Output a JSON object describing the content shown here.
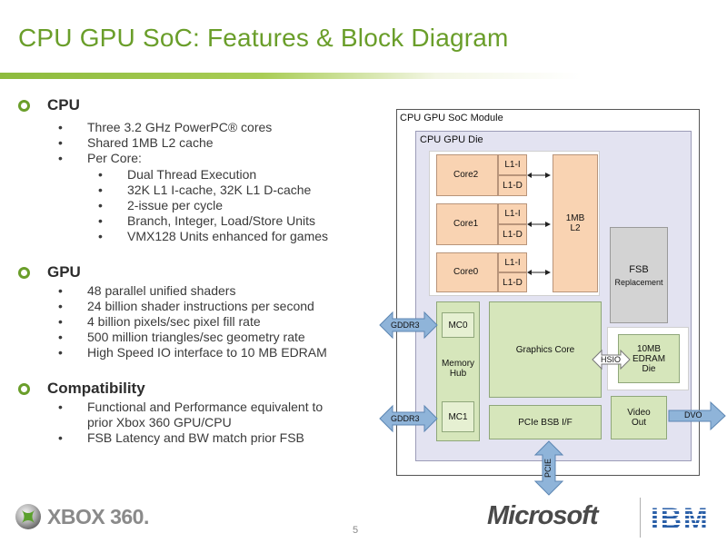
{
  "slide": {
    "title": "CPU GPU SoC: Features & Block Diagram",
    "page_number": "5"
  },
  "sections": [
    {
      "heading": "CPU",
      "items": [
        {
          "text": "Three 3.2 GHz PowerPC® cores",
          "level": 1
        },
        {
          "text": "Shared 1MB L2 cache",
          "level": 1
        },
        {
          "text": "Per Core:",
          "level": 1
        },
        {
          "text": "Dual Thread Execution",
          "level": 2
        },
        {
          "text": "32K L1 I-cache, 32K L1 D-cache",
          "level": 2
        },
        {
          "text": "2-issue per cycle",
          "level": 2
        },
        {
          "text": "Branch, Integer, Load/Store Units",
          "level": 2
        },
        {
          "text": "VMX128 Units enhanced for games",
          "level": 2
        }
      ]
    },
    {
      "heading": "GPU",
      "items": [
        {
          "text": "48 parallel unified shaders",
          "level": 1
        },
        {
          "text": "24 billion shader instructions per second",
          "level": 1
        },
        {
          "text": "4 billion pixels/sec pixel fill rate",
          "level": 1
        },
        {
          "text": "500 million triangles/sec geometry rate",
          "level": 1
        },
        {
          "text": "High Speed IO interface to 10 MB EDRAM",
          "level": 1
        }
      ]
    },
    {
      "heading": "Compatibility",
      "items": [
        {
          "text": "Functional and Performance equivalent to",
          "level": 1
        },
        {
          "text": "prior Xbox 360 GPU/CPU",
          "level": 1,
          "continuation": true
        },
        {
          "text": "FSB Latency and BW match prior FSB",
          "level": 1
        }
      ]
    }
  ],
  "diagram": {
    "module_label": "CPU GPU SoC Module",
    "die_label": "CPU GPU Die",
    "cores": [
      {
        "name": "Core2",
        "l1i": "L1-I",
        "l1d": "L1-D"
      },
      {
        "name": "Core1",
        "l1i": "L1-I",
        "l1d": "L1-D"
      },
      {
        "name": "Core0",
        "l1i": "L1-I",
        "l1d": "L1-D"
      }
    ],
    "l2_line1": "1MB",
    "l2_line2": "L2",
    "fsb_line1": "FSB",
    "fsb_line2": "Replacement",
    "memory_hub_line1": "Memory",
    "memory_hub_line2": "Hub",
    "mc0": "MC0",
    "mc1": "MC1",
    "graphics_core": "Graphics Core",
    "hsio": "HSIO",
    "edram_line1": "10MB",
    "edram_line2": "EDRAM",
    "edram_line3": "Die",
    "pcie_bsb": "PCIe BSB I/F",
    "video_out_line1": "Video",
    "video_out_line2": "Out",
    "gddr3_top": "GDDR3",
    "gddr3_bottom": "GDDR3",
    "dvo": "DVO",
    "pcie": "PCIE"
  },
  "logos": {
    "xbox": "XBOX 360.",
    "microsoft": "Microsoft",
    "ibm": "IBM"
  },
  "colors": {
    "title_green": "#6a9e2a",
    "peach": "#f9d3b2",
    "green_block": "#d6e6bb",
    "arrow_blue": "#8fb4d9",
    "xbox_green": "#7cbf2a"
  }
}
